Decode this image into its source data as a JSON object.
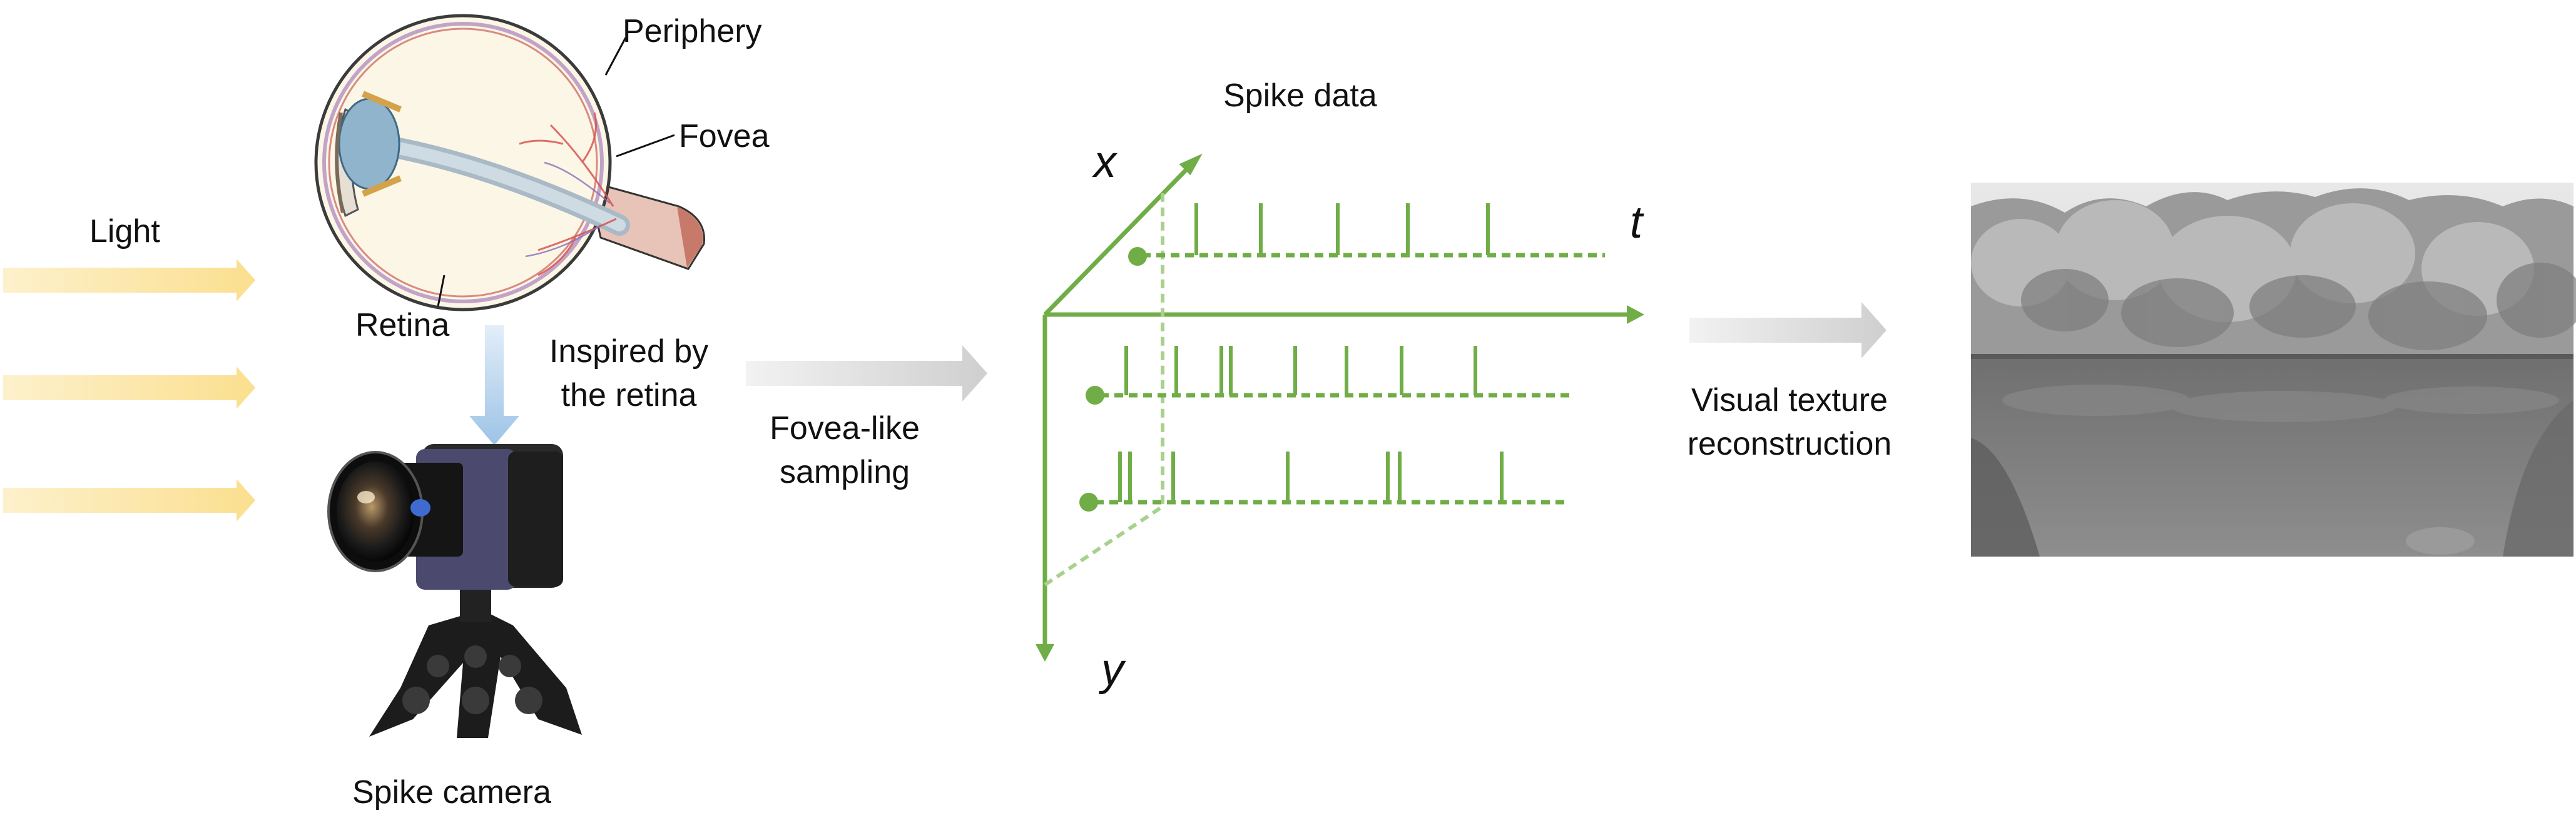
{
  "labels": {
    "light": "Light",
    "periphery": "Periphery",
    "fovea": "Fovea",
    "retina": "Retina",
    "inspired_line1": "Inspired by",
    "inspired_line2": "the  retina",
    "fovea_sampling_line1": "Fovea-like",
    "fovea_sampling_line2": "sampling",
    "spike_data": "Spike data",
    "visual_line1": "Visual texture",
    "visual_line2": "reconstruction",
    "spike_camera": "Spike camera"
  },
  "axes": {
    "x": "x",
    "t": "t",
    "y": "y"
  },
  "colors": {
    "spike_green": "#70ad47",
    "light_arrow": "#fbe4a2",
    "flow_arrow": "#d9d9d9",
    "down_arrow": "#bdd7ee"
  },
  "icons": {
    "eye": "eye-cross-section-icon",
    "camera": "spike-camera-icon",
    "scene": "reconstructed-lake-scene-image"
  }
}
